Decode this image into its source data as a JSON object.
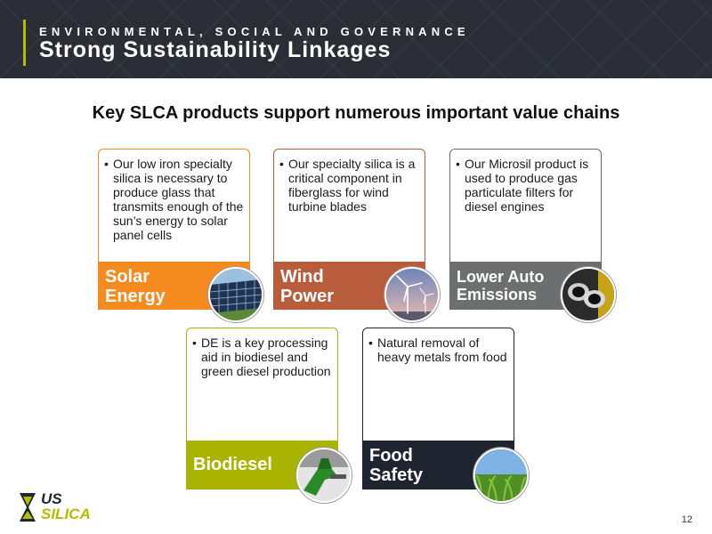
{
  "header": {
    "eyebrow": "ENVIRONMENTAL, SOCIAL AND GOVERNANCE",
    "title": "Strong Sustainability Linkages"
  },
  "subtitle": "Key SLCA products support numerous important value chains",
  "colors": {
    "solar": "#f58a1f",
    "wind": "#b85c3c",
    "auto": "#6d6e70",
    "biodiesel": "#a8b400",
    "food": "#1f2530",
    "accent": "#b5bd00"
  },
  "cards": [
    {
      "id": "solar",
      "description": "Our low iron specialty silica is necessary to produce glass that transmits enough of the sun’s energy to solar panel cells",
      "label_line1": "Solar",
      "label_line2": "Energy",
      "icon": "solar-panel-icon"
    },
    {
      "id": "wind",
      "description": "Our specialty silica is a critical component in fiberglass for wind turbine blades",
      "label_line1": "Wind",
      "label_line2": "Power",
      "icon": "wind-turbine-icon"
    },
    {
      "id": "auto",
      "description": "Our Microsil product is used to produce gas particulate filters for diesel engines",
      "label_line1": "Lower Auto",
      "label_line2": "Emissions",
      "icon": "exhaust-pipe-icon"
    },
    {
      "id": "biodiesel",
      "description": "DE is a key processing aid in biodiesel and green diesel production",
      "label_line1": "Biodiesel",
      "label_line2": "",
      "icon": "fuel-nozzle-icon"
    },
    {
      "id": "food",
      "description": "Natural removal of heavy metals from food",
      "label_line1": "Food",
      "label_line2": "Safety",
      "icon": "corn-field-icon"
    }
  ],
  "logo": {
    "line1": "US",
    "line2": "SILICA"
  },
  "page_number": "12"
}
